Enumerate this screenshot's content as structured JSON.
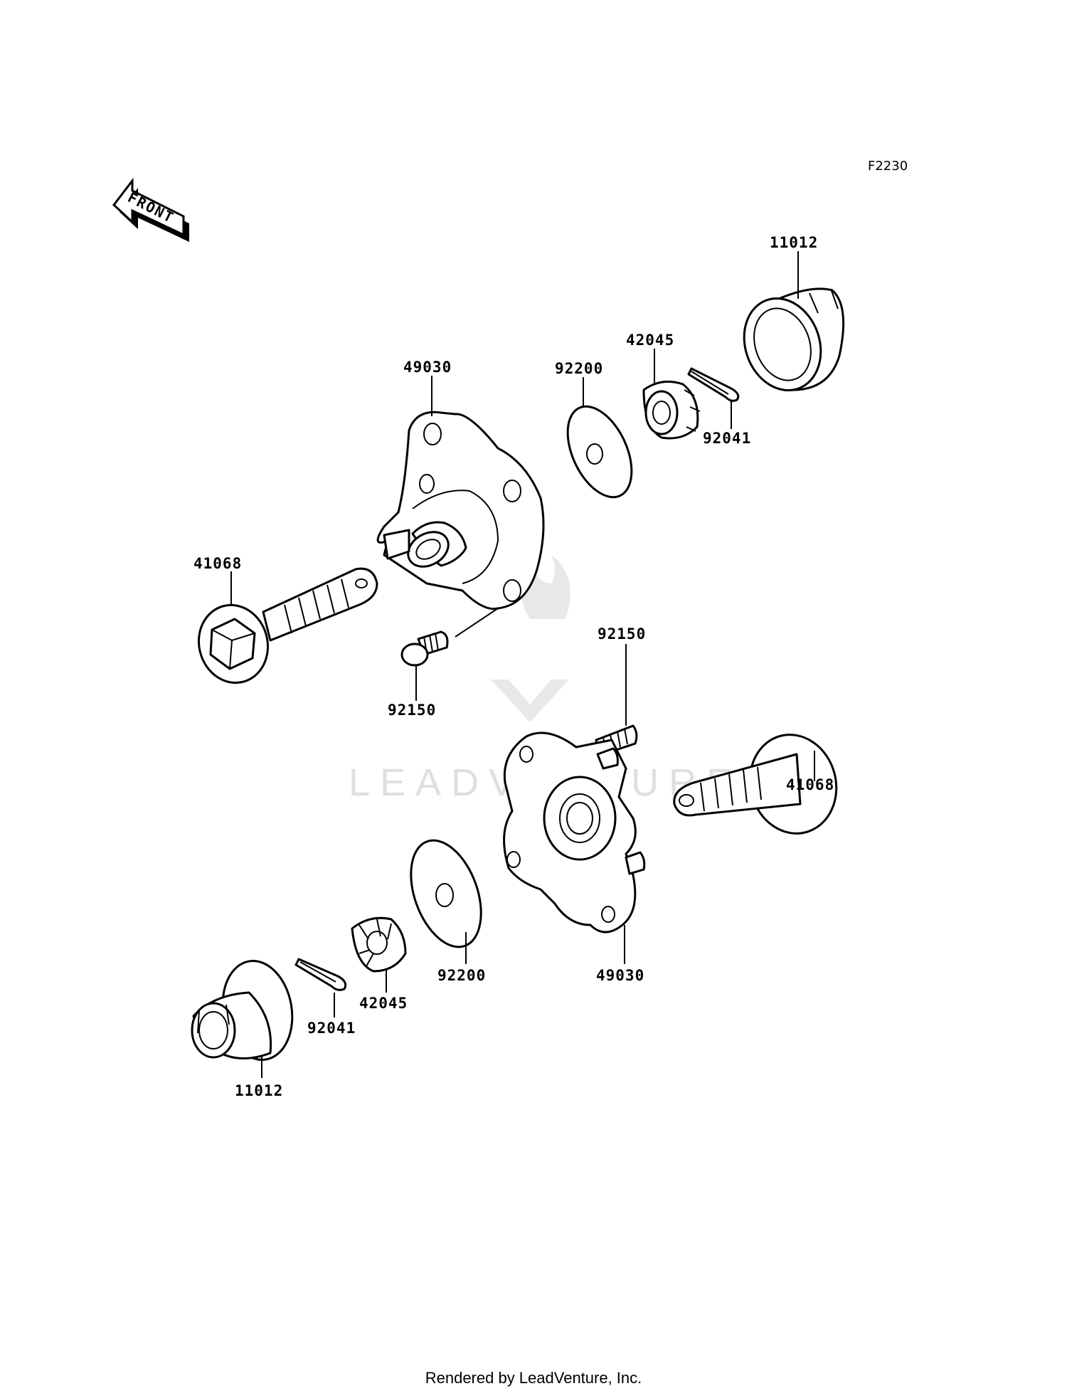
{
  "figure_code": "F2230",
  "front_arrow_label": "FRONT",
  "watermark": "LEADVENTURE",
  "callouts": {
    "cap_top": "11012",
    "nut_top": "42045",
    "washer_top": "92200",
    "pin_top": "92041",
    "hub_top": "49030",
    "axle_left": "41068",
    "bolt_left": "92150",
    "bolt_right": "92150",
    "axle_right": "41068",
    "hub_bottom": "49030",
    "washer_bottom": "92200",
    "nut_bottom": "42045",
    "pin_bottom": "92041",
    "cap_bottom": "11012"
  },
  "footer": "Rendered by LeadVenture, Inc."
}
